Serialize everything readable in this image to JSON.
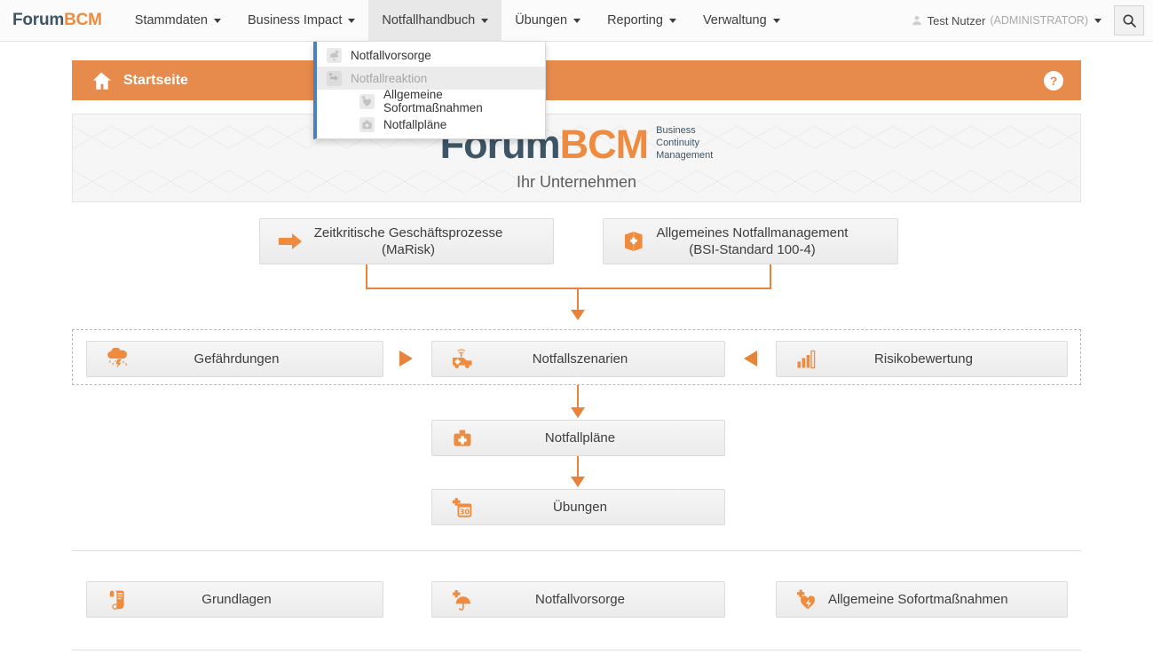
{
  "navbar": {
    "brand_part1": "Forum",
    "brand_part2": "BCM",
    "items": [
      {
        "label": "Stammdaten",
        "icon": "chevron-down-icon"
      },
      {
        "label": "Business Impact",
        "icon": "chevron-down-icon"
      },
      {
        "label": "Notfallhandbuch",
        "icon": "chevron-down-icon"
      },
      {
        "label": "Übungen",
        "icon": "chevron-down-icon"
      },
      {
        "label": "Reporting",
        "icon": "chevron-down-icon"
      },
      {
        "label": "Verwaltung",
        "icon": "chevron-down-icon"
      }
    ],
    "user": {
      "name": "Test Nutzer",
      "role": "(ADMINISTRATOR)",
      "icon": "user-icon"
    },
    "search_icon": "search-icon",
    "active_item": "Notfallhandbuch"
  },
  "dropdown": {
    "accent_color": "#4a7fc1",
    "items": [
      {
        "label": "Notfallvorsorge",
        "icon": "umbrella-plus-icon",
        "type": "item"
      },
      {
        "label": "Notfallreaktion",
        "icon": "reaction-arrow-icon",
        "type": "header"
      },
      {
        "label": "Allgemeine Sofortmaßnahmen",
        "icon": "heart-plus-icon",
        "type": "sub"
      },
      {
        "label": "Notfallpläne",
        "icon": "briefcase-plus-icon",
        "type": "sub"
      }
    ]
  },
  "page_header": {
    "title": "Startseite",
    "home_icon": "home-icon",
    "help_icon": "help-icon",
    "help_label": "?",
    "background_color": "#e78b4d"
  },
  "banner": {
    "logo_part1": "Forum",
    "logo_part2": "BCM",
    "tagline_line1": "Business",
    "tagline_line2": "Continuity",
    "tagline_line3": "Management",
    "subtitle": "Ihr Unternehmen"
  },
  "flow": {
    "top_boxes": [
      {
        "label_line1": "Zeitkritische Geschäftsprozesse",
        "label_line2": "(MaRisk)",
        "icon": "arrow-right-icon"
      },
      {
        "label_line1": "Allgemeines Notfallmanagement",
        "label_line2": "(BSI-Standard 100-4)",
        "icon": "book-icon"
      }
    ],
    "group_boxes": [
      {
        "label": "Gefährdungen",
        "icon": "storm-cloud-icon"
      },
      {
        "label": "Notfallszenarien",
        "icon": "ambulance-icon"
      },
      {
        "label": "Risikobewertung",
        "icon": "bar-chart-icon"
      }
    ],
    "chain_boxes": [
      {
        "label": "Notfallpläne",
        "icon": "briefcase-plus-icon"
      },
      {
        "label": "Übungen",
        "icon": "calendar-plus-icon",
        "calendar_day": "30"
      }
    ],
    "bottom_boxes": [
      {
        "label": "Grundlagen",
        "icon": "scroll-icon"
      },
      {
        "label": "Notfallvorsorge",
        "icon": "umbrella-plus-icon"
      },
      {
        "label": "Allgemeine Sofortmaßnahmen",
        "icon": "heart-plus-icon"
      }
    ],
    "connector_color": "#e8833c"
  }
}
